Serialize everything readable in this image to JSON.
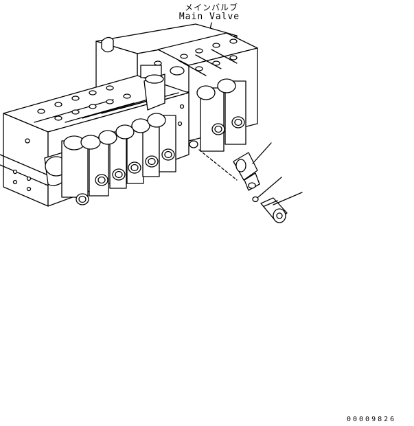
{
  "diagram": {
    "title_jp": "メインバルブ",
    "title_en": "Main Valve",
    "drawing_code": "00009826"
  },
  "colors": {
    "line": "#000000",
    "background": "#ffffff"
  }
}
